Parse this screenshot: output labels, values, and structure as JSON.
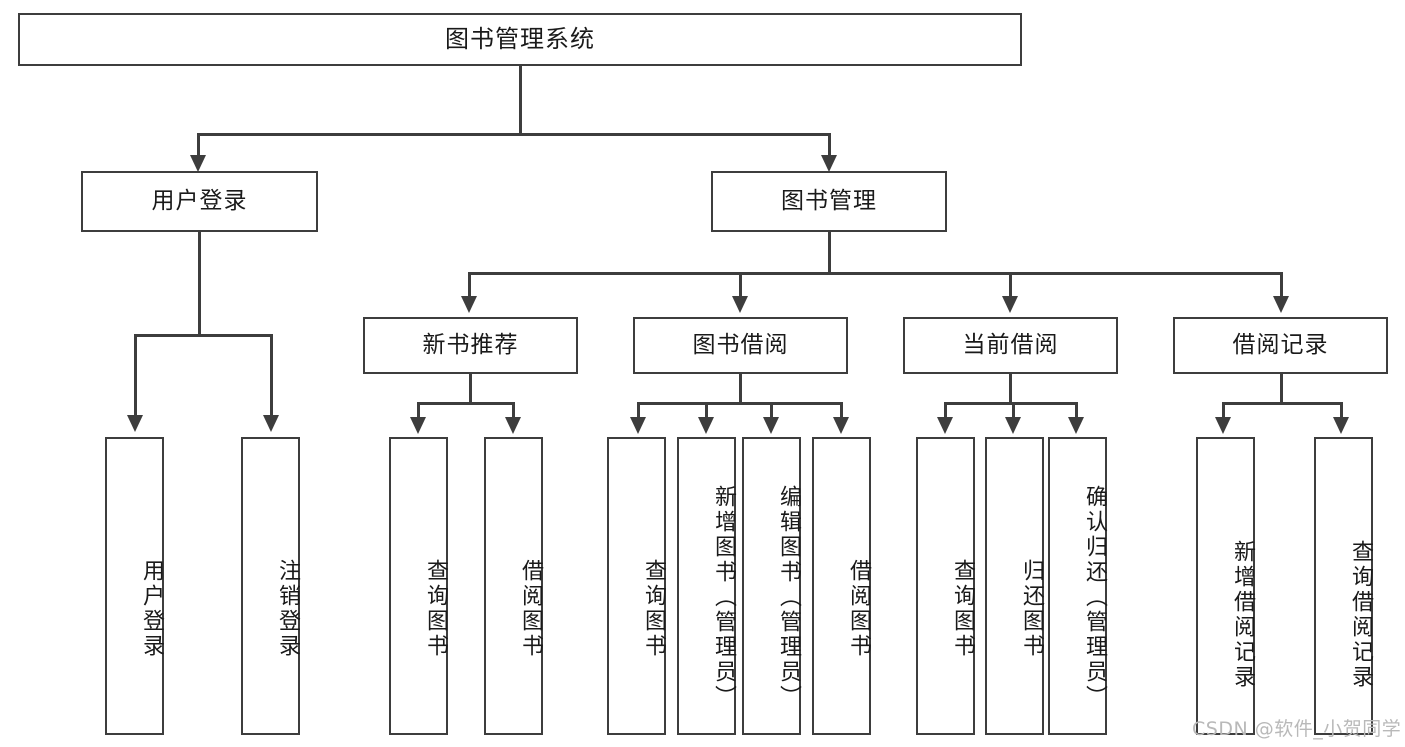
{
  "diagram": {
    "title": "图书管理系统",
    "root": {
      "label": "图书管理系统"
    },
    "level2": [
      {
        "label": "用户登录"
      },
      {
        "label": "图书管理"
      }
    ],
    "level3": [
      {
        "label": "新书推荐"
      },
      {
        "label": "图书借阅"
      },
      {
        "label": "当前借阅"
      },
      {
        "label": "借阅记录"
      }
    ],
    "leaves": {
      "user_login": [
        {
          "label": "用户登录"
        },
        {
          "label": "注销登录"
        }
      ],
      "new_book": [
        {
          "label": "查询图书"
        },
        {
          "label": "借阅图书"
        }
      ],
      "book_borrow": [
        {
          "label": "查询图书"
        },
        {
          "label": "新增图书（管理员）"
        },
        {
          "label": "编辑图书（管理员）"
        },
        {
          "label": "借阅图书"
        }
      ],
      "current_borrow": [
        {
          "label": "查询图书"
        },
        {
          "label": "归还图书"
        },
        {
          "label": "确认归还（管理员）"
        }
      ],
      "borrow_record": [
        {
          "label": "新增借阅记录"
        },
        {
          "label": "查询借阅记录"
        }
      ]
    },
    "watermark": "CSDN @软件_小贺同学",
    "colors": {
      "line": "#3d3d3d",
      "background": "#ffffff",
      "text": "#1a1a1a",
      "watermark": "#b9b9b9"
    }
  }
}
